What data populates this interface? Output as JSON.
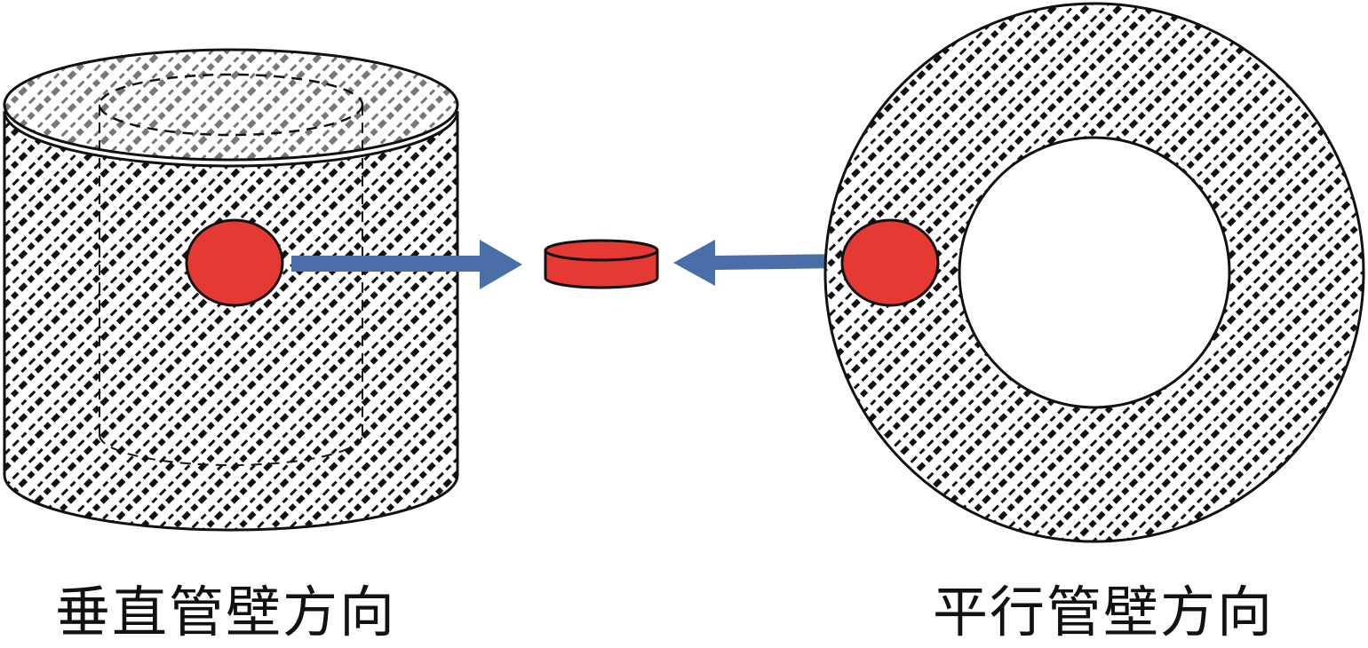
{
  "captions": {
    "left": "垂直管壁方向",
    "right": "平行管壁方向"
  },
  "colors": {
    "sample_fill": "#e53a33",
    "arrow_fill": "#4a6fa8",
    "hatch_stroke": "#111111",
    "outline": "#111111",
    "background": "#ffffff"
  },
  "elements": {
    "left_object": "hollow-cylinder",
    "right_object": "ring-cross-section",
    "center_object": "disk-sample"
  }
}
